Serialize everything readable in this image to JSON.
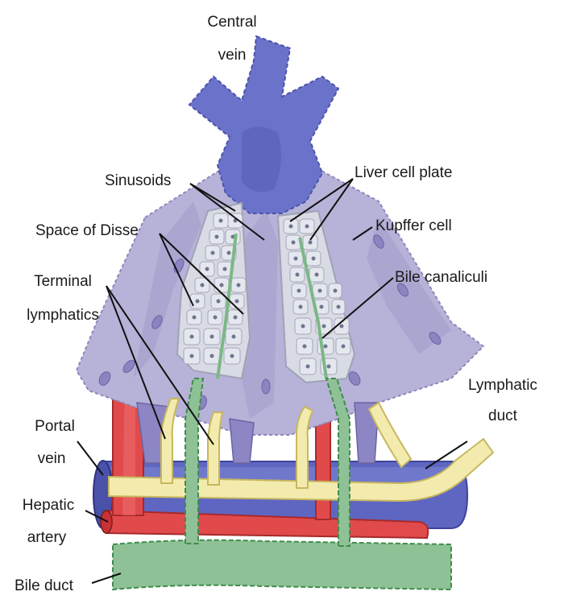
{
  "labels": {
    "central_vein": [
      "Central",
      "vein"
    ],
    "sinusoids": "Sinusoids",
    "liver_cell_plate": "Liver cell plate",
    "kupffer_cell": "Kupffer cell",
    "space_of_disse": "Space of Disse",
    "bile_canaliculi": "Bile canaliculi",
    "terminal_lymphatics": [
      "Terminal",
      "lymphatics"
    ],
    "lymphatic_duct": [
      "Lymphatic",
      "duct"
    ],
    "portal_vein": [
      "Portal",
      "vein"
    ],
    "hepatic_artery": [
      "Hepatic",
      "artery"
    ],
    "bile_duct": "Bile duct"
  },
  "colors": {
    "vein_blue": "#6b72c9",
    "vein_dark": "#4c53ad",
    "sinusoid_lavender": "#b5b0d6",
    "sinusoid_edge": "#8d87bd",
    "hepatocyte": "#d9dbe4",
    "hepatocyte_edge": "#9ea3b7",
    "artery_red": "#e3484a",
    "lymph_yellow": "#f4ecad",
    "lymph_edge": "#c7b75e",
    "bile_green": "#8fc197",
    "bile_edge": "#3f8c4c"
  }
}
